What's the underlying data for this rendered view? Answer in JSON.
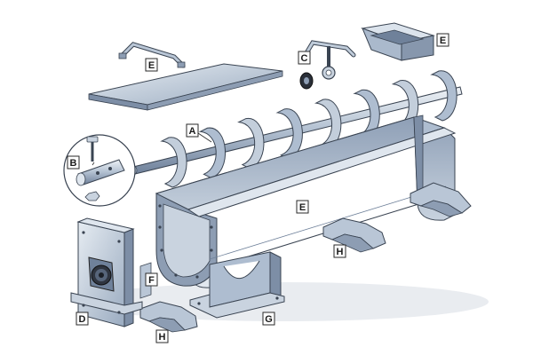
{
  "diagram": {
    "callouts": {
      "e_cover_clamp": "E",
      "e_inlet": "E",
      "e_trough": "E",
      "c_hanger": "C",
      "a_screw": "A",
      "b_coupling": "B",
      "d_end_plate": "D",
      "f_seal": "F",
      "g_saddle": "G",
      "h_foot_right": "H",
      "h_foot_left": "H"
    },
    "colors": {
      "steel_light": "#c9d3df",
      "steel_mid": "#9fb0c4",
      "steel_dark": "#6f819a",
      "outline": "#3a4452",
      "shadow": "#d9dde3"
    }
  }
}
